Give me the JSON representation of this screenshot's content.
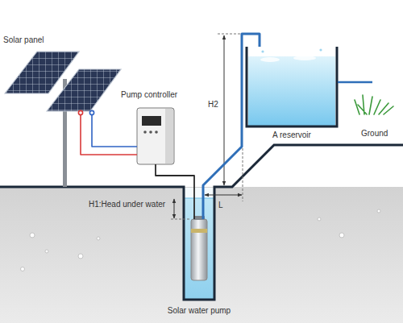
{
  "diagram": {
    "nodes": [
      {
        "text": [
          "Solar panel"
        ]
      },
      {
        "text": [
          "Pump controller"
        ]
      },
      {
        "text": [
          "Solar water pump"
        ]
      },
      {
        "text": [
          "A reservoir"
        ]
      }
    ],
    "edges": [
      {
        "from": 0,
        "to": 1,
        "arrow": "none"
      },
      {
        "from": 1,
        "to": 2,
        "arrow": "none"
      },
      {
        "from": 2,
        "to": 3,
        "arrow": "none"
      }
    ],
    "labels": [
      "H2",
      "H1:Head under water",
      "L",
      "Ground"
    ]
  }
}
